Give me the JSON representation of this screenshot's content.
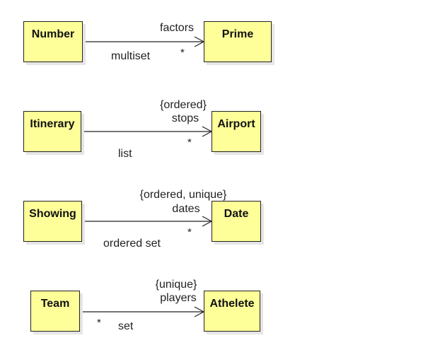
{
  "diagram": {
    "associations": [
      {
        "source": "Number",
        "target": "Prime",
        "role": "factors",
        "constraint": "",
        "multiplicity": "*",
        "kind": "multiset"
      },
      {
        "source": "Itinerary",
        "target": "Airport",
        "role": "stops",
        "constraint": "{ordered}",
        "multiplicity": "*",
        "kind": "list"
      },
      {
        "source": "Showing",
        "target": "Date",
        "role": "dates",
        "constraint": "{ordered, unique}",
        "multiplicity": "*",
        "kind": "ordered set"
      },
      {
        "source": "Team",
        "target": "Athelete",
        "role": "players",
        "constraint": "{unique}",
        "multiplicity": "*",
        "kind": "set"
      }
    ]
  },
  "colors": {
    "class_fill": "#ffff99",
    "class_border": "#222222",
    "line": "#222222"
  }
}
